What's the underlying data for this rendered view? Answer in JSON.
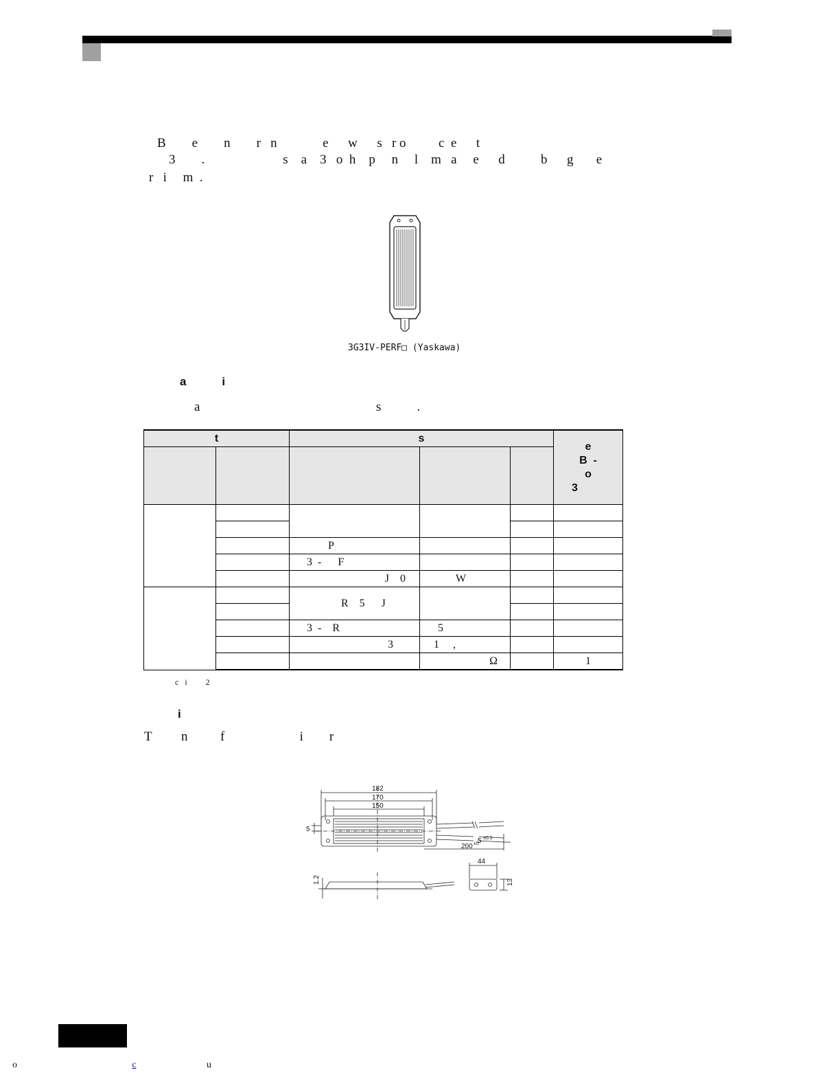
{
  "intro": {
    "line1": "B        e        n        r   n              e      w      s   r o          c  e      t",
    "line2": "3        .                        s    a    3   o  h    p     n     l    m   a     e      d           b      g       e",
    "line3": "r   i     m  ."
  },
  "figure1": {
    "caption": "3G3IV-PERF□ (Yaskawa)"
  },
  "section1": {
    "heading": "a           i",
    "body": "a                                                      s           ."
  },
  "table": {
    "header_top": {
      "col1": "t",
      "col2": "s",
      "col3_lines": [
        "e",
        "B  -",
        "o",
        "3"
      ]
    },
    "rows": [
      {
        "c2": "",
        "c3": "",
        "c4": "",
        "c5": "",
        "c6": ""
      },
      {
        "c2": "",
        "c5": "",
        "c6": ""
      },
      {
        "c2": "",
        "c3": "P",
        "c4": "",
        "c5": "",
        "c6": ""
      },
      {
        "c2": "",
        "c3": "3  -      F",
        "c4": "",
        "c5": "",
        "c6": ""
      },
      {
        "c2": "",
        "c3": "J    0",
        "c4": "W",
        "c5": "",
        "c6": ""
      },
      {
        "c2": "",
        "c3": "R    5      J",
        "c4": "",
        "c5": "",
        "c6": ""
      },
      {
        "c2": "",
        "c5": "",
        "c6": ""
      },
      {
        "c2": "",
        "c3": "3  -    R",
        "c4": "5",
        "c5": "",
        "c6": ""
      },
      {
        "c2": "",
        "c3": "3",
        "c4": "1     ,",
        "c5": "",
        "c6": ""
      },
      {
        "c2": "",
        "c3": "",
        "c4": "Ω",
        "c5": "",
        "c6": "1"
      }
    ]
  },
  "table_note": "c   i         2",
  "section2": {
    "heading": "i",
    "body": "T         n          f                       i        r"
  },
  "drawing": {
    "dim_182": "182",
    "dim_170": "170",
    "dim_150": "150",
    "dim_5_left": "5",
    "dim_200": "200",
    "dim_200_tol": "±5",
    "dim_5_right": "5",
    "dim_5_tol": "±0.5",
    "dim_12": "1.2",
    "dim_44": "44",
    "dim_13": "13"
  },
  "footer": {
    "left_char": "o",
    "link_char": "c",
    "right_char": "u"
  }
}
